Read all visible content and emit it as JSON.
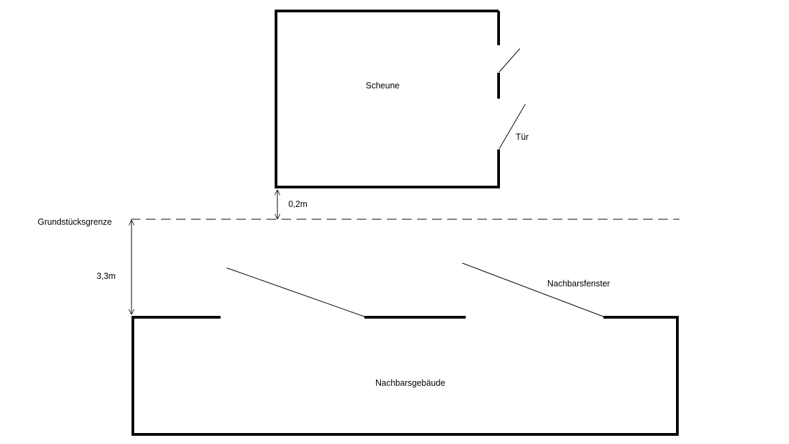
{
  "diagram": {
    "type": "site-plan sketch",
    "labels": {
      "barn": "Scheune",
      "door": "Tür",
      "gap_barn_to_boundary": "0,2m",
      "property_line": "Grundstücksgrenze",
      "gap_boundary_to_neighbor": "3,3m",
      "neighbor_windows": "Nachbarsfenster",
      "neighbor_building": "Nachbarsgebäude"
    },
    "measurements": [
      {
        "label": "0,2m",
        "from": "Scheune",
        "to": "Grundstücksgrenze",
        "value_m": 0.2
      },
      {
        "label": "3,3m",
        "from": "Grundstücksgrenze",
        "to": "Nachbarsgebäude",
        "value_m": 3.3
      }
    ],
    "colors": {
      "stroke": "#000000",
      "background": "#ffffff"
    }
  }
}
